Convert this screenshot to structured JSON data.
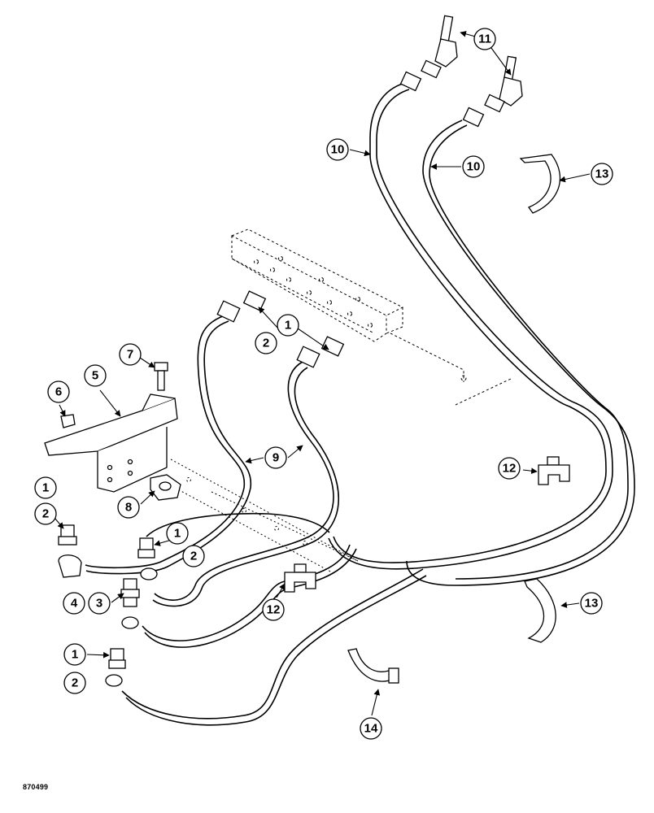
{
  "figure_code": "870499",
  "callouts": [
    {
      "id": "c11",
      "text": "11"
    },
    {
      "id": "c10a",
      "text": "10"
    },
    {
      "id": "c10b",
      "text": "10"
    },
    {
      "id": "c13a",
      "text": "13"
    },
    {
      "id": "c1a",
      "text": "1"
    },
    {
      "id": "c2a",
      "text": "2"
    },
    {
      "id": "c7",
      "text": "7"
    },
    {
      "id": "c5",
      "text": "5"
    },
    {
      "id": "c6",
      "text": "6"
    },
    {
      "id": "c9",
      "text": "9"
    },
    {
      "id": "c12a",
      "text": "12"
    },
    {
      "id": "c8",
      "text": "8"
    },
    {
      "id": "c1b",
      "text": "1"
    },
    {
      "id": "c2b",
      "text": "2"
    },
    {
      "id": "c1c",
      "text": "1"
    },
    {
      "id": "c2c",
      "text": "2"
    },
    {
      "id": "c4",
      "text": "4"
    },
    {
      "id": "c3",
      "text": "3"
    },
    {
      "id": "c12b",
      "text": "12"
    },
    {
      "id": "c13b",
      "text": "13"
    },
    {
      "id": "c1d",
      "text": "1"
    },
    {
      "id": "c2d",
      "text": "2"
    },
    {
      "id": "c14",
      "text": "14"
    }
  ]
}
